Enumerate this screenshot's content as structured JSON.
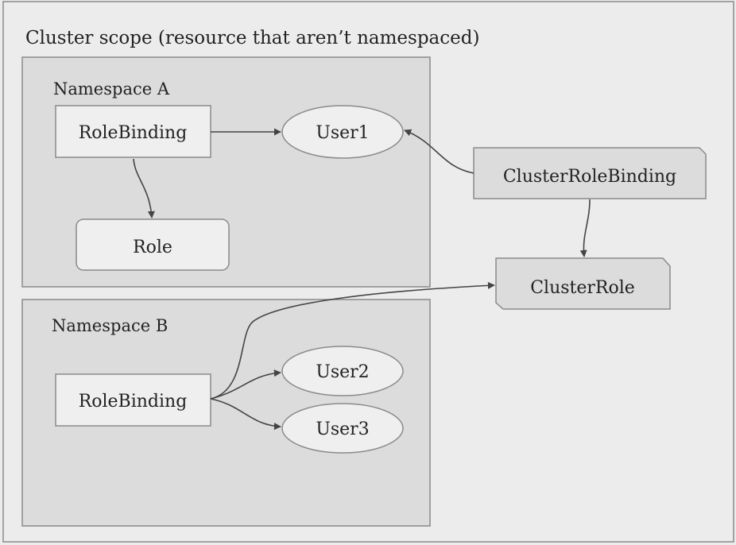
{
  "cluster": {
    "title": "Cluster scope (resource that aren’t namespaced)"
  },
  "namespaces": [
    {
      "label": "Namespace A",
      "nodes": {
        "rolebinding": "RoleBinding",
        "user": "User1",
        "role": "Role"
      }
    },
    {
      "label": "Namespace B",
      "nodes": {
        "rolebinding": "RoleBinding",
        "user2": "User2",
        "user3": "User3"
      }
    }
  ],
  "cluster_nodes": {
    "clusterrolebinding": "ClusterRoleBinding",
    "clusterrole": "ClusterRole"
  },
  "edges": [
    {
      "from": "namespaces.0.nodes.rolebinding",
      "to": "namespaces.0.nodes.user"
    },
    {
      "from": "namespaces.0.nodes.rolebinding",
      "to": "namespaces.0.nodes.role"
    },
    {
      "from": "cluster_nodes.clusterrolebinding",
      "to": "namespaces.0.nodes.user"
    },
    {
      "from": "cluster_nodes.clusterrolebinding",
      "to": "cluster_nodes.clusterrole"
    },
    {
      "from": "namespaces.1.nodes.rolebinding",
      "to": "cluster_nodes.clusterrole"
    },
    {
      "from": "namespaces.1.nodes.rolebinding",
      "to": "namespaces.1.nodes.user2"
    },
    {
      "from": "namespaces.1.nodes.rolebinding",
      "to": "namespaces.1.nodes.user3"
    }
  ],
  "colors": {
    "background": "#ececec",
    "namespace_fill": "#dcdcdc",
    "node_fill": "#efefef",
    "cluster_node_fill": "#dcdcdc",
    "stroke": "#8a8a8a",
    "edge": "#444444"
  }
}
